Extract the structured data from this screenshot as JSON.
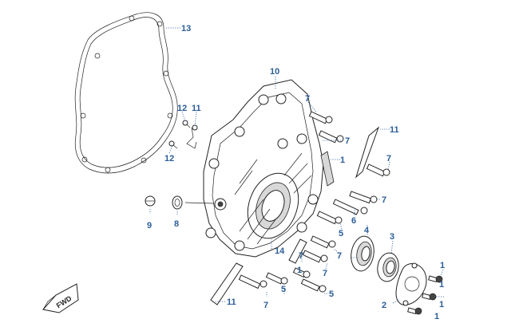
{
  "callouts": {
    "c13": "13",
    "c10": "10",
    "c12a": "12",
    "c11a": "11",
    "c12b": "12",
    "c7a": "7",
    "c7b": "7",
    "c11b": "11",
    "c1a": "1",
    "c7c": "7",
    "c7d": "7",
    "c6": "6",
    "c5a": "5",
    "c4": "4",
    "c3": "3",
    "c9": "9",
    "c8": "8",
    "c14": "14",
    "c7e": "7",
    "c7f": "7",
    "c7g": "7",
    "c1b": "1",
    "c5b": "5",
    "c5c": "5",
    "c7h": "7",
    "c2": "2",
    "c1c": "1",
    "c11c": "11"
  },
  "fwd_marker": "FWD",
  "colors": {
    "callout": "#2a5d9a",
    "line": "#222222",
    "background": "#ffffff"
  }
}
